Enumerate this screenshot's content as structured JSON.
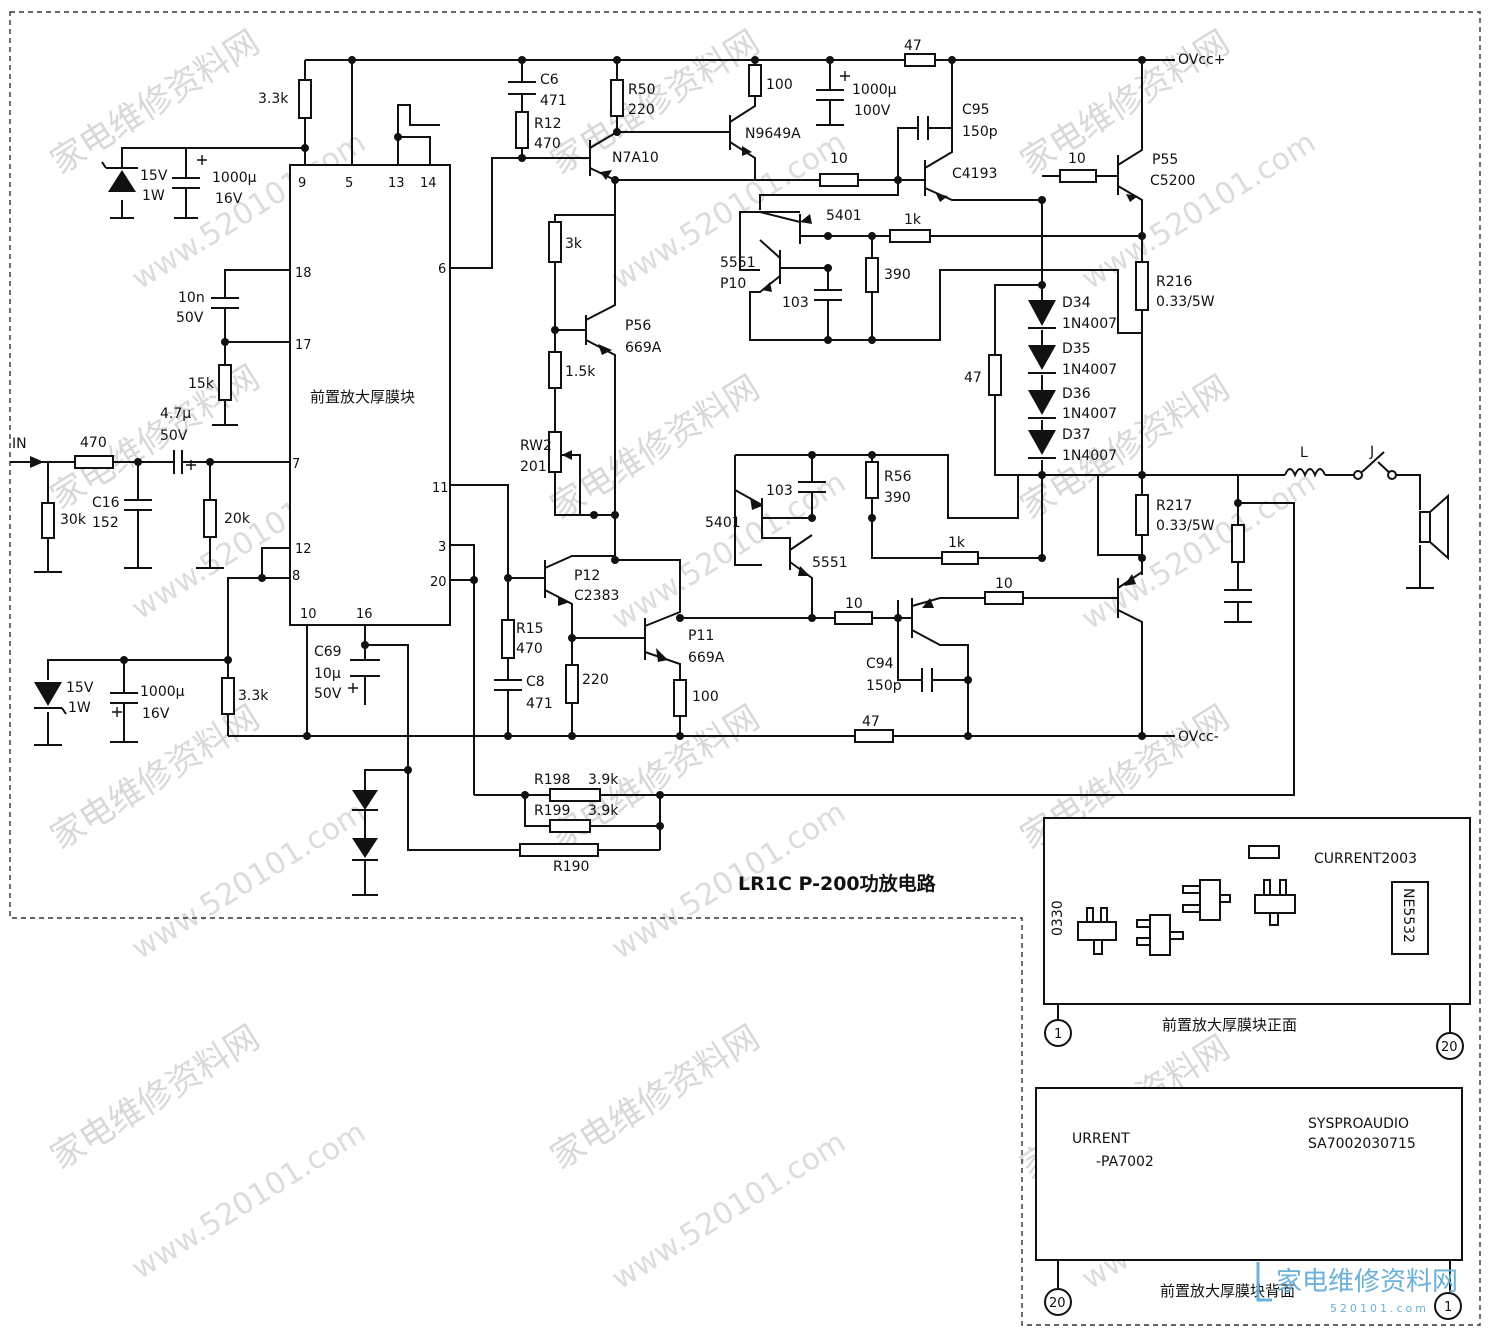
{
  "title": "LR1C P-200功放电路",
  "ic": {
    "name": "前置放大厚膜块",
    "pins": {
      "p9": "9",
      "p5": "5",
      "p13": "13",
      "p14": "14",
      "p18": "18",
      "p17": "17",
      "p6": "6",
      "p7": "7",
      "p12": "12",
      "p8": "8",
      "p11": "11",
      "p3": "3",
      "p20": "20",
      "p10": "10",
      "p16": "16"
    }
  },
  "labels": {
    "in": "IN",
    "vcc_pos": "OVcc+",
    "vcc_neg": "OVcc-",
    "r_3k3_top": "3.3k",
    "z15v_top": "15V",
    "z1w_top": "1W",
    "c1000_top": "1000μ",
    "c16v_top": "16V",
    "c10n": "10n",
    "c50v_a": "50V",
    "r15k": "15k",
    "c47u": "4.7μ",
    "c50v_b": "50V",
    "r470_in": "470",
    "c16": "C16",
    "c16v": "152",
    "r30k": "30k",
    "r20k": "20k",
    "z15v_bot": "15V",
    "z1w_bot": "1W",
    "c1000_bot": "1000μ",
    "c16v_bot": "16V",
    "r_3k3_bot": "3.3k",
    "c69": "C69",
    "c69a": "10μ",
    "c69b": "50V",
    "c6": "C6",
    "c6v": "471",
    "r12": "R12",
    "r12v": "470",
    "r50": "R50",
    "r50v": "220",
    "q_n7a10": "N7A10",
    "r100_top": "100",
    "q_n9649a": "N9649A",
    "c1000_100v_a": "1000μ",
    "c1000_100v_b": "100V",
    "r47_top": "47",
    "c95": "C95",
    "c95v": "150p",
    "r10_a": "10",
    "q_c4193": "C4193",
    "r10_b": "10",
    "q_p55": "P55",
    "q_c5200": "C5200",
    "q_5401_top": "5401",
    "r1k_top": "1k",
    "q_5551_top": "5551",
    "q_p10": "P10",
    "c103_top": "103",
    "r390_top": "390",
    "r3k": "3k",
    "q_p56": "P56",
    "q_669a_top": "669A",
    "r1k5": "1.5k",
    "rw2": "RW2",
    "rw2v": "201",
    "d34": "D34",
    "d35": "D35",
    "d36": "D36",
    "d37": "D37",
    "d_type": "1N4007",
    "r47_mid": "47",
    "r216": "R216",
    "r216v": "0.33/5W",
    "r217": "R217",
    "r217v": "0.33/5W",
    "l": "L",
    "j": "J",
    "q_5401_bot": "5401",
    "c103_bot": "103",
    "r56": "R56",
    "r56v": "390",
    "q_5551_bot": "5551",
    "r1k_bot": "1k",
    "r10_c": "10",
    "r10_d": "10",
    "q_p12": "P12",
    "q_c2383": "C2383",
    "q_p11": "P11",
    "q_669a_bot": "669A",
    "r15": "R15",
    "r15v": "470",
    "c8": "C8",
    "c8v": "471",
    "r220": "220",
    "r100_bot": "100",
    "c94": "C94",
    "c94v": "150p",
    "r47_bot": "47",
    "r198": "R198",
    "r198v": "3.9k",
    "r199": "R199",
    "r199v": "3.9k",
    "r190": "R190"
  },
  "module_front": {
    "caption": "前置放大厚膜块正面",
    "text1": "CURRENT2003",
    "text2": "0330",
    "chip": "NE5532",
    "pin_left": "1",
    "pin_right": "20"
  },
  "module_back": {
    "caption": "前置放大厚膜块背面",
    "text1": "URRENT",
    "text2": "-PA7002",
    "text3": "SYSPROAUDIO",
    "text4": "SA7002030715",
    "pin_left": "20",
    "pin_right": "1"
  },
  "watermark": {
    "text_cn": "家电维修资料网",
    "text_url": "www.520101.com",
    "brand": "家电维修资料网",
    "brand_url": "520101.com"
  },
  "colors": {
    "ink": "#111111",
    "watermark": "#d8d8d8",
    "brand": "#6ab0d8"
  }
}
